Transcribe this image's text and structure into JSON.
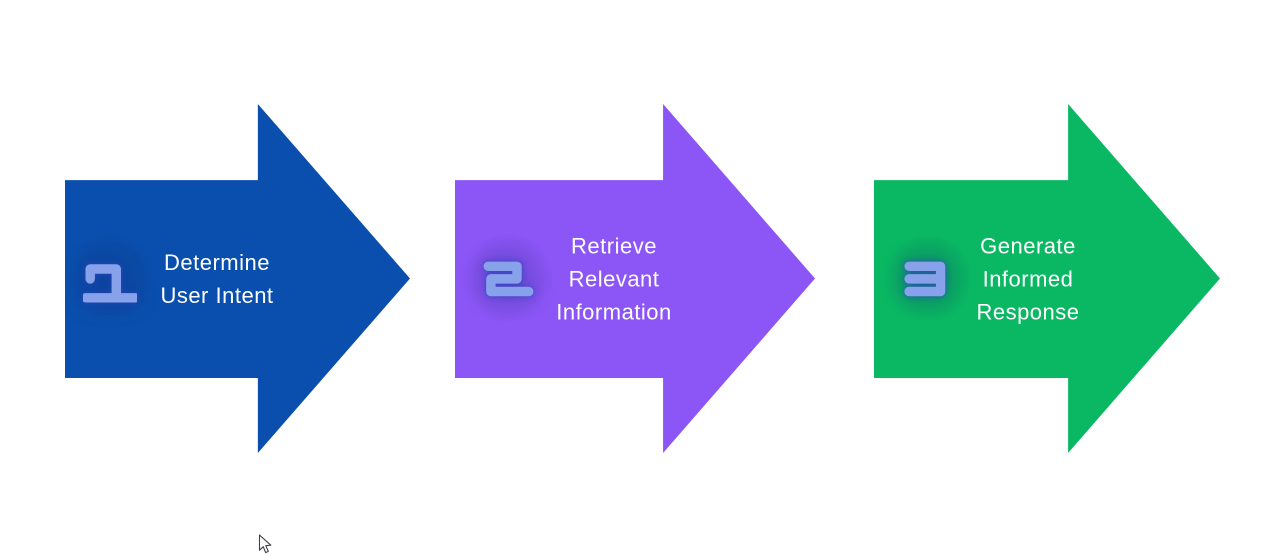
{
  "diagram": {
    "type": "process-arrows",
    "background_color": "#FFFFFF",
    "text_color": "#FFFFFF",
    "number_color": "#87A2EA",
    "number_glow_color": "#2D46BE",
    "steps": [
      {
        "number": "1",
        "label": "Determine\nUser Intent",
        "label_lines": [
          "Determine",
          "User Intent"
        ],
        "color": "#0A4FAD"
      },
      {
        "number": "2",
        "label": "Retrieve\nRelevant\nInformation",
        "label_lines": [
          "Retrieve",
          "Relevant",
          "Information"
        ],
        "color": "#8C55F6"
      },
      {
        "number": "3",
        "label": "Generate\nInformed\nResponse",
        "label_lines": [
          "Generate",
          "Informed",
          "Response"
        ],
        "color": "#0AB863"
      }
    ]
  },
  "cursor": {
    "icon": "mouse-pointer-icon"
  }
}
